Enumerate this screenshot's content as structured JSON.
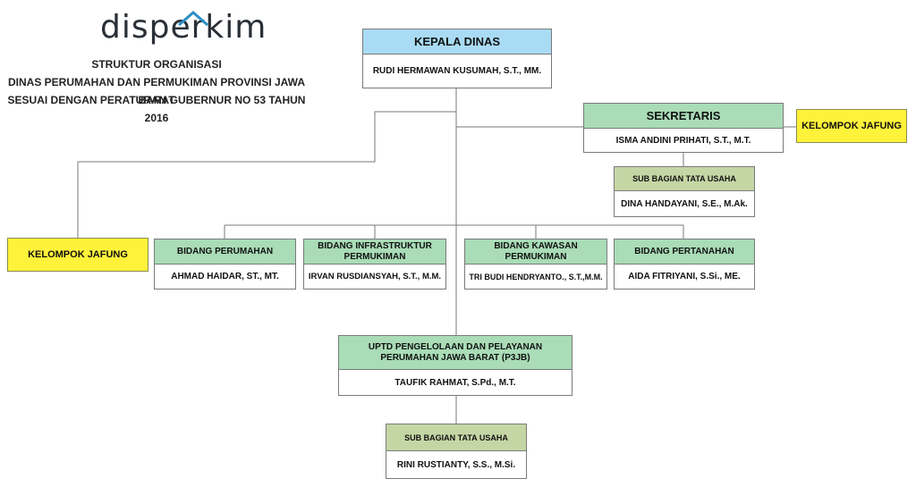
{
  "logo": {
    "text": "disperkim"
  },
  "header": {
    "line1": "STRUKTUR ORGANISASI",
    "line2": "DINAS PERUMAHAN DAN PERMUKIMAN PROVINSI JAWA BARAT",
    "line3": "SESUAI DENGAN PERATURAN GUBERNUR NO 53 TAHUN 2016"
  },
  "units": {
    "kepala_dinas": {
      "title": "KEPALA DINAS",
      "name": "RUDI HERMAWAN KUSUMAH, S.T., MM."
    },
    "sekretaris": {
      "title": "SEKRETARIS",
      "name": "ISMA ANDINI PRIHATI, S.T., M.T."
    },
    "sub_bagian_sekretariat": {
      "title": "SUB BAGIAN TATA USAHA",
      "name": "DINA HANDAYANI, S.E., M.Ak."
    },
    "bidang_perumahan": {
      "title": "BIDANG PERUMAHAN",
      "name": "AHMAD HAIDAR, ST., MT."
    },
    "bidang_infrastruktur": {
      "title": "BIDANG INFRASTRUKTUR PERMUKIMAN",
      "name": "IRVAN RUSDIANSYAH, S.T., M.M."
    },
    "bidang_kawasan": {
      "title": "BIDANG KAWASAN PERMUKIMAN",
      "name": "TRI BUDI HENDRYANTO., S.T.,M.M."
    },
    "bidang_pertanahan": {
      "title": "BIDANG PERTANAHAN",
      "name": "AIDA FITRIYANI, S.Si., ME."
    },
    "uptd": {
      "title": "UPTD PENGELOLAAN DAN PELAYANAN PERUMAHAN JAWA BARAT (P3JB)",
      "name": "TAUFIK RAHMAT, S.Pd., M.T."
    },
    "sub_bagian_uptd": {
      "title": "SUB BAGIAN TATA USAHA",
      "name": "RINI RUSTIANTY, S.S., M.Si."
    }
  },
  "kelompok_jafung_right": "KELOMPOK JAFUNG",
  "kelompok_jafung_left": "KELOMPOK JAFUNG",
  "colors": {
    "head": "#a9dcf4",
    "division": "#a9dcb7",
    "sub_unit": "#c5d6a5",
    "jafung": "#fff23a",
    "line": "#7a7a7a"
  }
}
